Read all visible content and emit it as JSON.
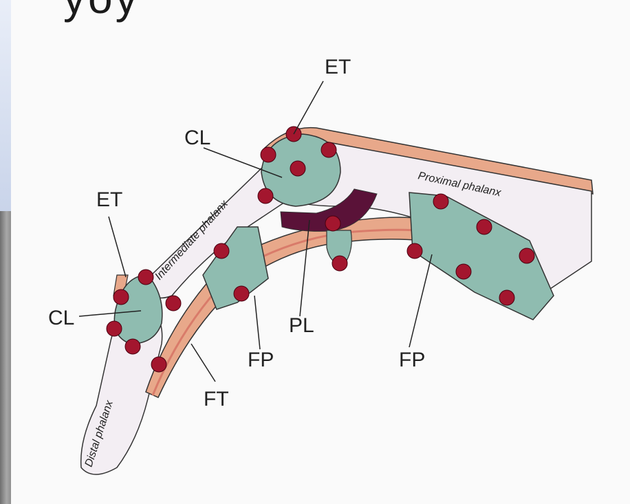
{
  "title_fragment": "yoy",
  "labels": {
    "et_top": "ET",
    "et_left": "ET",
    "cl_top": "CL",
    "cl_left": "CL",
    "pl": "PL",
    "fp_mid": "FP",
    "fp_right": "FP",
    "ft": "FT",
    "proximal_phalanx": "Proximal phalanx",
    "intermediate_phalanx": "Intermediate phalanx",
    "distal_phalanx": "Distal phalanx"
  },
  "colors": {
    "bone": "#f3eef3",
    "ligament": "#8fbcb0",
    "tendon": "#e8a88a",
    "tendon_stripe": "#d97b6a",
    "marker": "#a3162e",
    "plate": "#5a1238",
    "outline": "#333333"
  }
}
